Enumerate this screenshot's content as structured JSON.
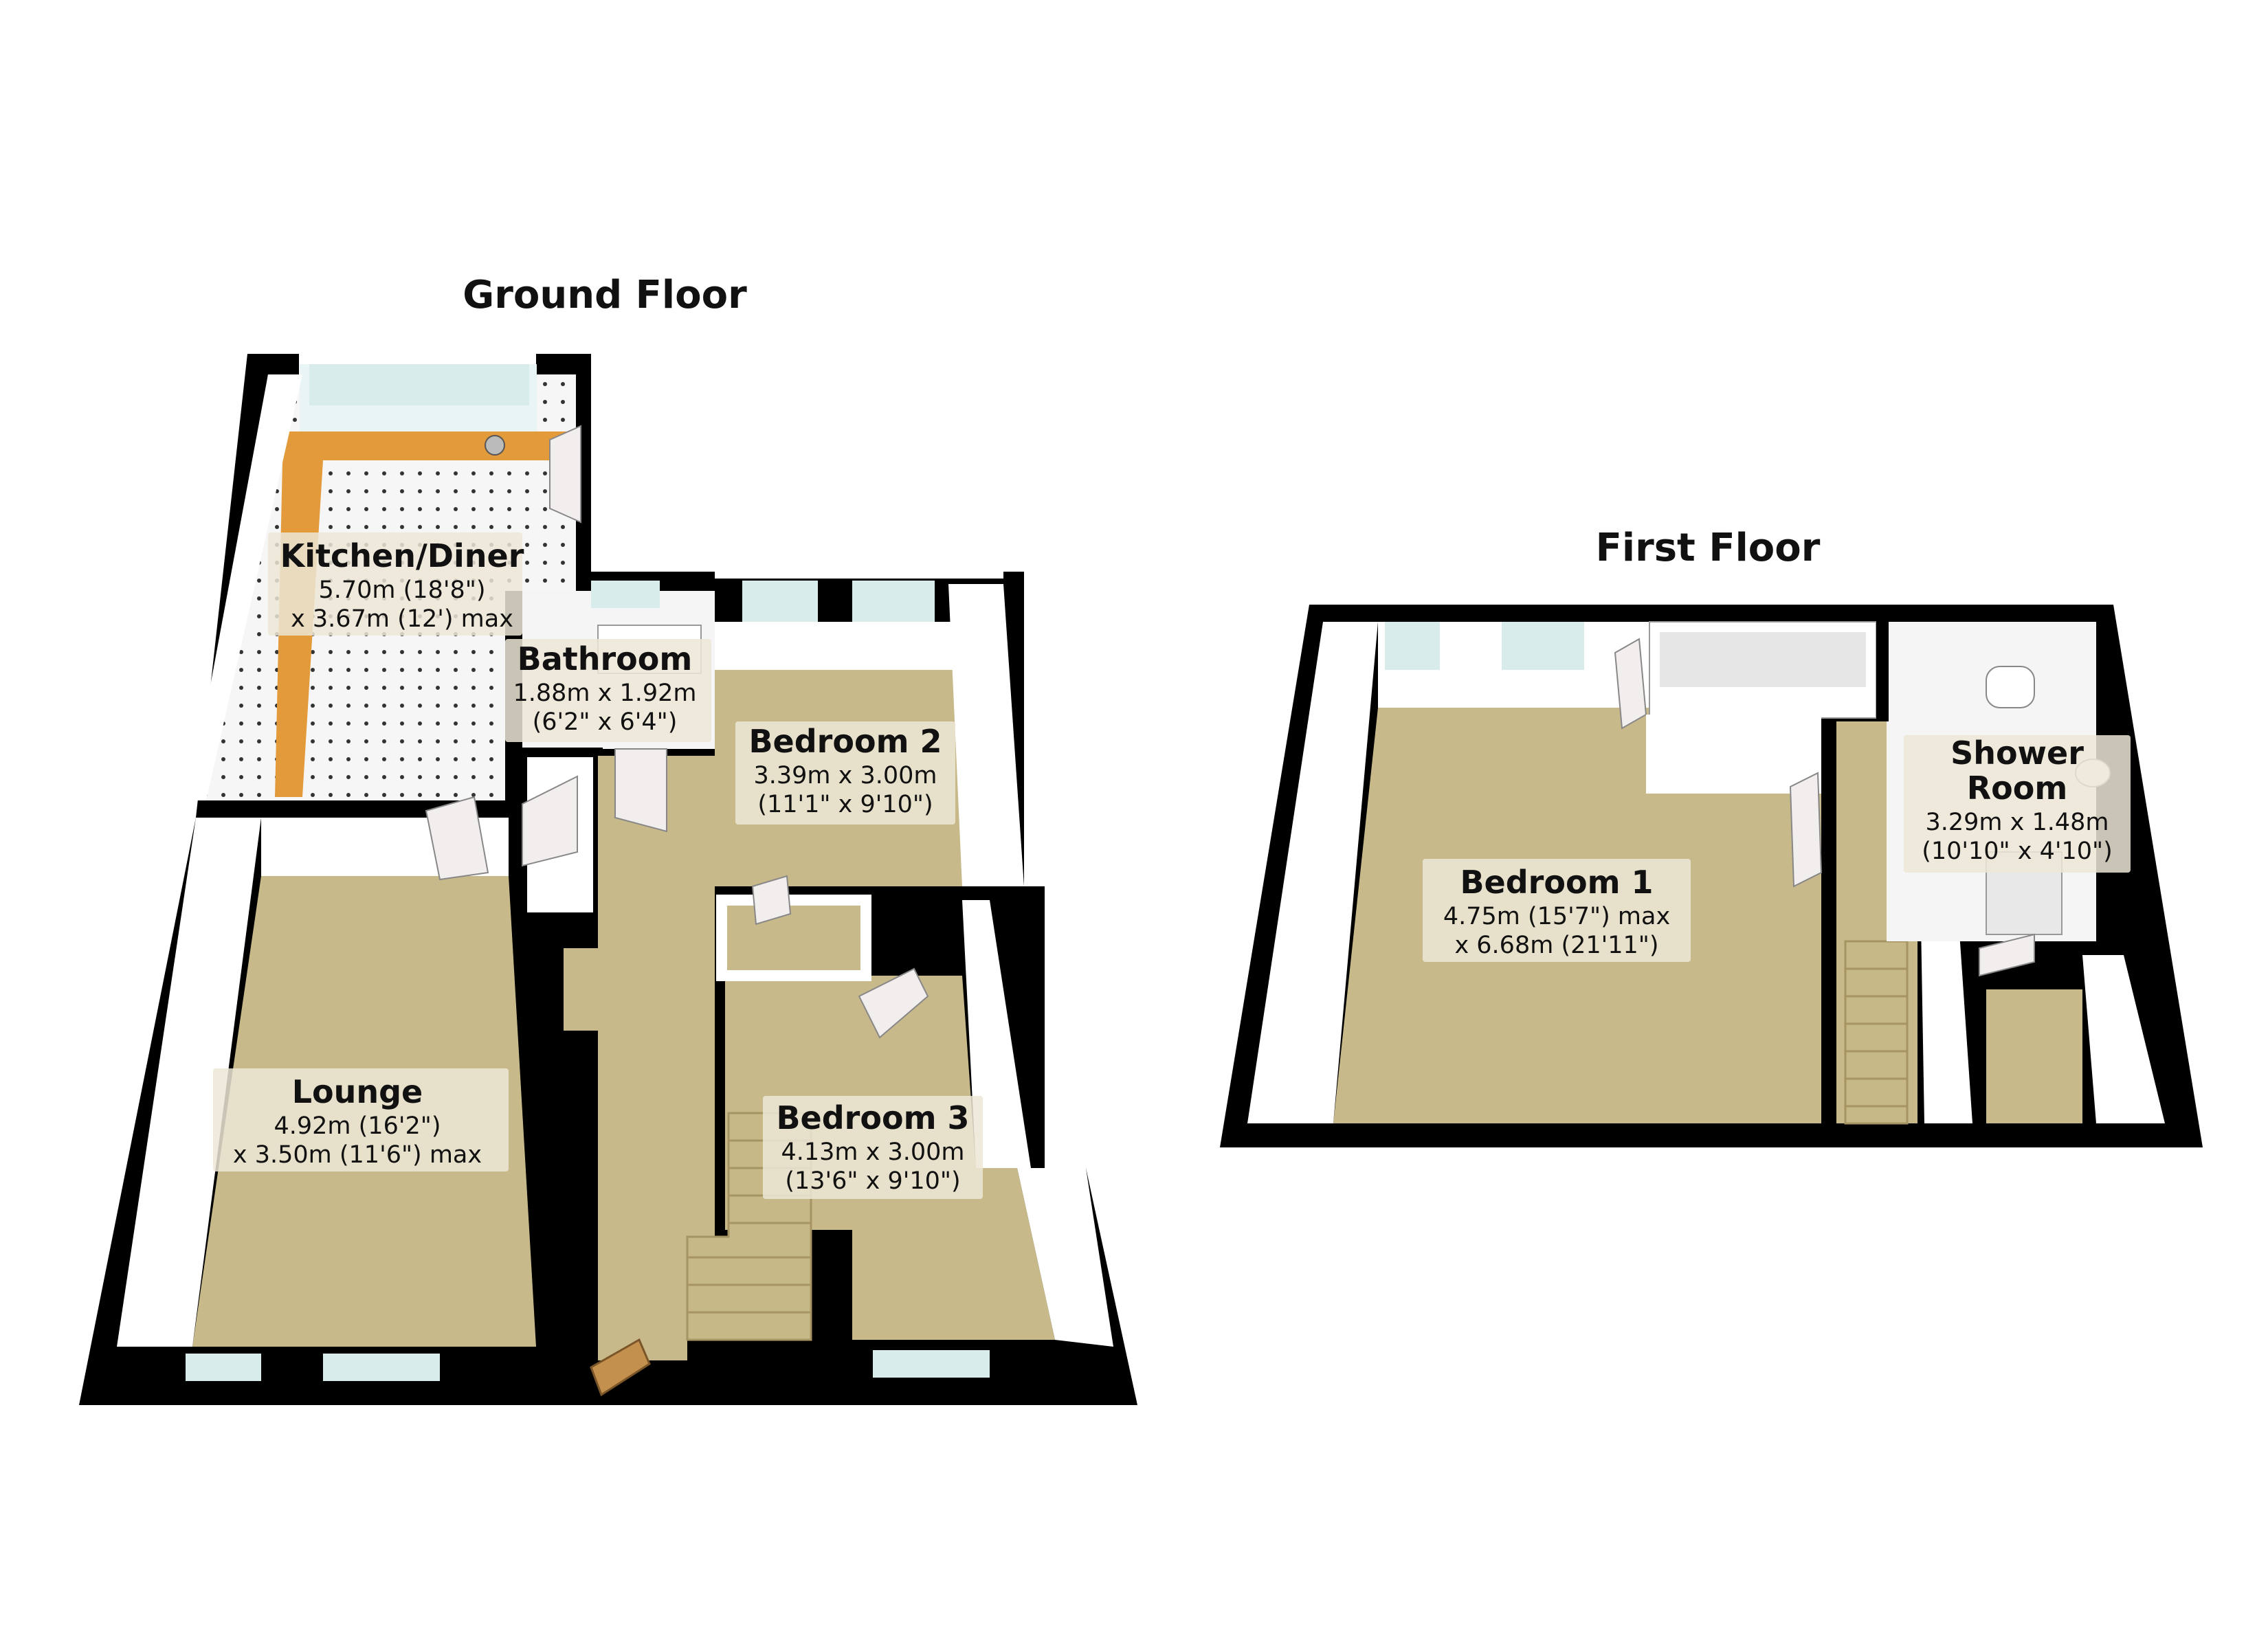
{
  "colors": {
    "carpet": "#c8b98a",
    "carpet_dark": "#b3a274",
    "tile": "#f4f4f4",
    "worktop": "#e39a3b",
    "wall_outer": "#000000",
    "wall_inner": "#ffffff",
    "wall_shade": "#d9d9d9",
    "window": "#d8ecec",
    "door": "#f2eeee",
    "front_door": "#c4904e",
    "stairs": "#c7b888"
  },
  "ground_floor": {
    "title": "Ground Floor",
    "rooms": [
      {
        "id": "kitchen",
        "name": "Kitchen/Diner",
        "dims": [
          "5.70m (18'8\")",
          "x 3.67m (12') max"
        ]
      },
      {
        "id": "bathroom",
        "name": "Bathroom",
        "dims": [
          "1.88m x 1.92m",
          "(6'2\" x 6'4\")"
        ]
      },
      {
        "id": "bedroom2",
        "name": "Bedroom 2",
        "dims": [
          "3.39m x 3.00m",
          "(11'1\" x 9'10\")"
        ]
      },
      {
        "id": "lounge",
        "name": "Lounge",
        "dims": [
          "4.92m (16'2\")",
          "x 3.50m (11'6\") max"
        ]
      },
      {
        "id": "bedroom3",
        "name": "Bedroom 3",
        "dims": [
          "4.13m x 3.00m",
          "(13'6\" x 9'10\")"
        ]
      }
    ]
  },
  "first_floor": {
    "title": "First Floor",
    "rooms": [
      {
        "id": "bedroom1",
        "name": "Bedroom 1",
        "dims": [
          "4.75m (15'7\") max",
          "x 6.68m (21'11\")"
        ]
      },
      {
        "id": "shower",
        "name": "Shower",
        "name2": "Room",
        "dims": [
          "3.29m x 1.48m",
          "(10'10\" x 4'10\")"
        ]
      }
    ]
  }
}
